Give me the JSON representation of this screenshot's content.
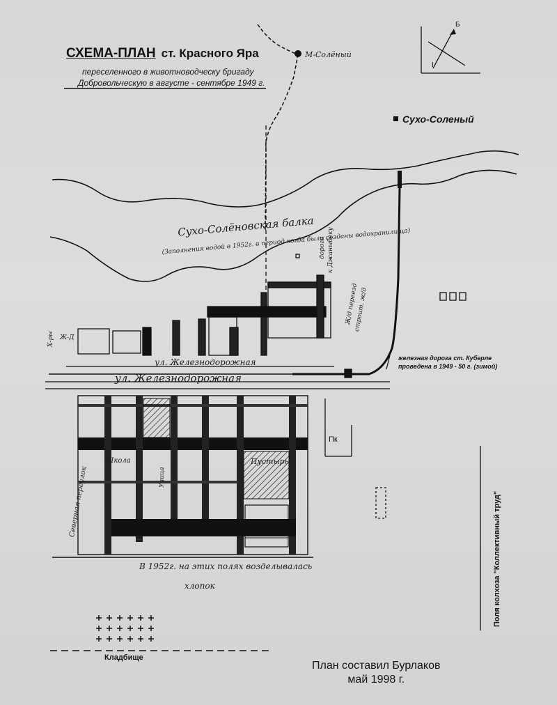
{
  "title": {
    "main": "СХЕМА-ПЛАН",
    "subtitle": "ст. Красного Яра",
    "line1": "переселенного в животноводческу бригаду",
    "line2": "Добровольческую в августе - сентябре 1949 г."
  },
  "places": {
    "m_soleny": "М-Солёный",
    "sukho_soleny": "Сухо-Соленый",
    "kladbishche": "Кладбище",
    "field_label": "Поля колхоза \"Коллективный труд\"",
    "pk": "Пк"
  },
  "handwritten": {
    "balka": "Сухо-Солёновская балка",
    "balka_note": "(Заполнения водой в 1952г. в период когда были созданы водохранилища)",
    "street_top": "ул. Железнодорожная",
    "street_main": "ул. Железнодорожная",
    "field_note": "В 1952г. на этих полях возделывалась",
    "field_note2": "хлопок",
    "school": "Школа",
    "pustyr": "Пустырь",
    "shop": "Ж-Д",
    "road_label": "Ж/д переезд",
    "road_label2": "строит. ж/д",
    "left_street": "Северная  переулок",
    "mid_street": "Улица",
    "dom": "Х-ры",
    "small_road": "дорога",
    "small_road2": "к Джаныбеку"
  },
  "annotations": {
    "railway_line1": "железная дорога ст. Куберле",
    "railway_line2": "проведена в 1949 - 50 г. (зимой)"
  },
  "compass": {
    "b": "Б",
    "i": "І"
  },
  "credit": {
    "line1": "План составил Бурлаков",
    "line2": "май 1998 г."
  }
}
